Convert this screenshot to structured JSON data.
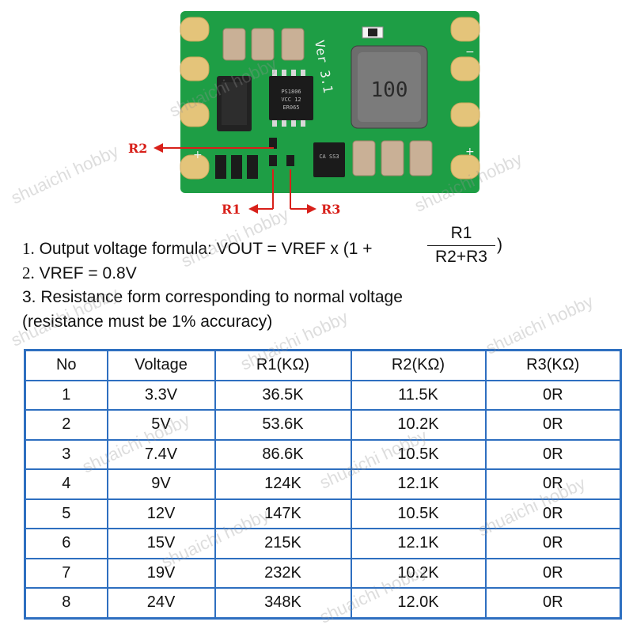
{
  "board": {
    "silk_version": "Ver 3.1",
    "inductor_marking": "100",
    "ic_marking": "PS1806 VCC 12 ER065",
    "diode_marking": "CA SS3",
    "labels": {
      "r2": "R2",
      "r1": "R1",
      "r3": "R3"
    },
    "pcb_color": "#1e9e45",
    "arrow_color": "#d8201a"
  },
  "notes": {
    "line1_num": "1.",
    "line1_text": " Output voltage formula: VOUT = VREF x (1 + ",
    "fraction_numerator": "R1",
    "fraction_denominator": "R2+R3",
    "line1_close": ")",
    "line2_num": "2.",
    "line2_text": " VREF = 0.8V",
    "line3": "3. Resistance form corresponding to normal voltage",
    "line4": "(resistance must be 1% accuracy)"
  },
  "table": {
    "headers": [
      "No",
      "Voltage",
      "R1(KΩ)",
      "R2(KΩ)",
      "R3(KΩ)"
    ],
    "rows": [
      [
        "1",
        "3.3V",
        "36.5K",
        "11.5K",
        "0R"
      ],
      [
        "2",
        "5V",
        "53.6K",
        "10.2K",
        "0R"
      ],
      [
        "3",
        "7.4V",
        "86.6K",
        "10.5K",
        "0R"
      ],
      [
        "4",
        "9V",
        "124K",
        "12.1K",
        "0R"
      ],
      [
        "5",
        "12V",
        "147K",
        "10.5K",
        "0R"
      ],
      [
        "6",
        "15V",
        "215K",
        "12.1K",
        "0R"
      ],
      [
        "7",
        "19V",
        "232K",
        "10.2K",
        "0R"
      ],
      [
        "8",
        "24V",
        "348K",
        "12.0K",
        "0R"
      ]
    ],
    "border_color": "#2e6fc0"
  },
  "watermark": "shuaichi hobby"
}
